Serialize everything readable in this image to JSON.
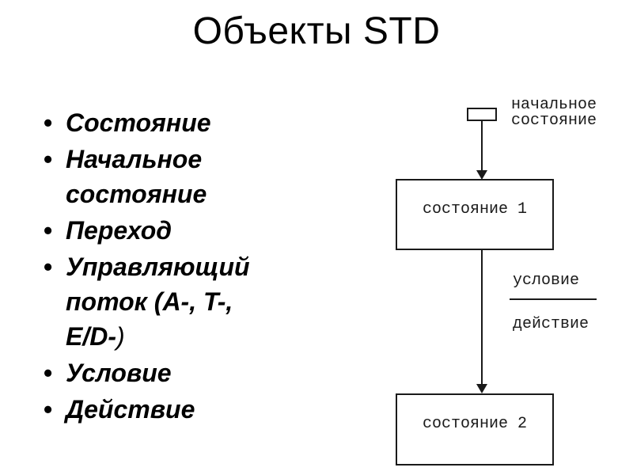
{
  "slide": {
    "title": "Объекты STD",
    "bullet_char": "•",
    "bullets": [
      {
        "text": "Состояние"
      },
      {
        "text": "Начальное состояние"
      },
      {
        "text": "Переход"
      },
      {
        "text": "Управляющий поток (A-, T-, E/D-",
        "suffix": ")"
      },
      {
        "text": "Условие"
      },
      {
        "text": "Действие"
      }
    ]
  },
  "diagram": {
    "initial_state": {
      "label": "начальное состояние"
    },
    "states": [
      {
        "label": "состояние 1"
      },
      {
        "label": "состояние 2"
      }
    ],
    "transition": {
      "condition": "условие",
      "action": "действие"
    }
  },
  "colors": {
    "background": "#ffffff",
    "text": "#000000",
    "diagram_line": "#1a1a1a"
  }
}
